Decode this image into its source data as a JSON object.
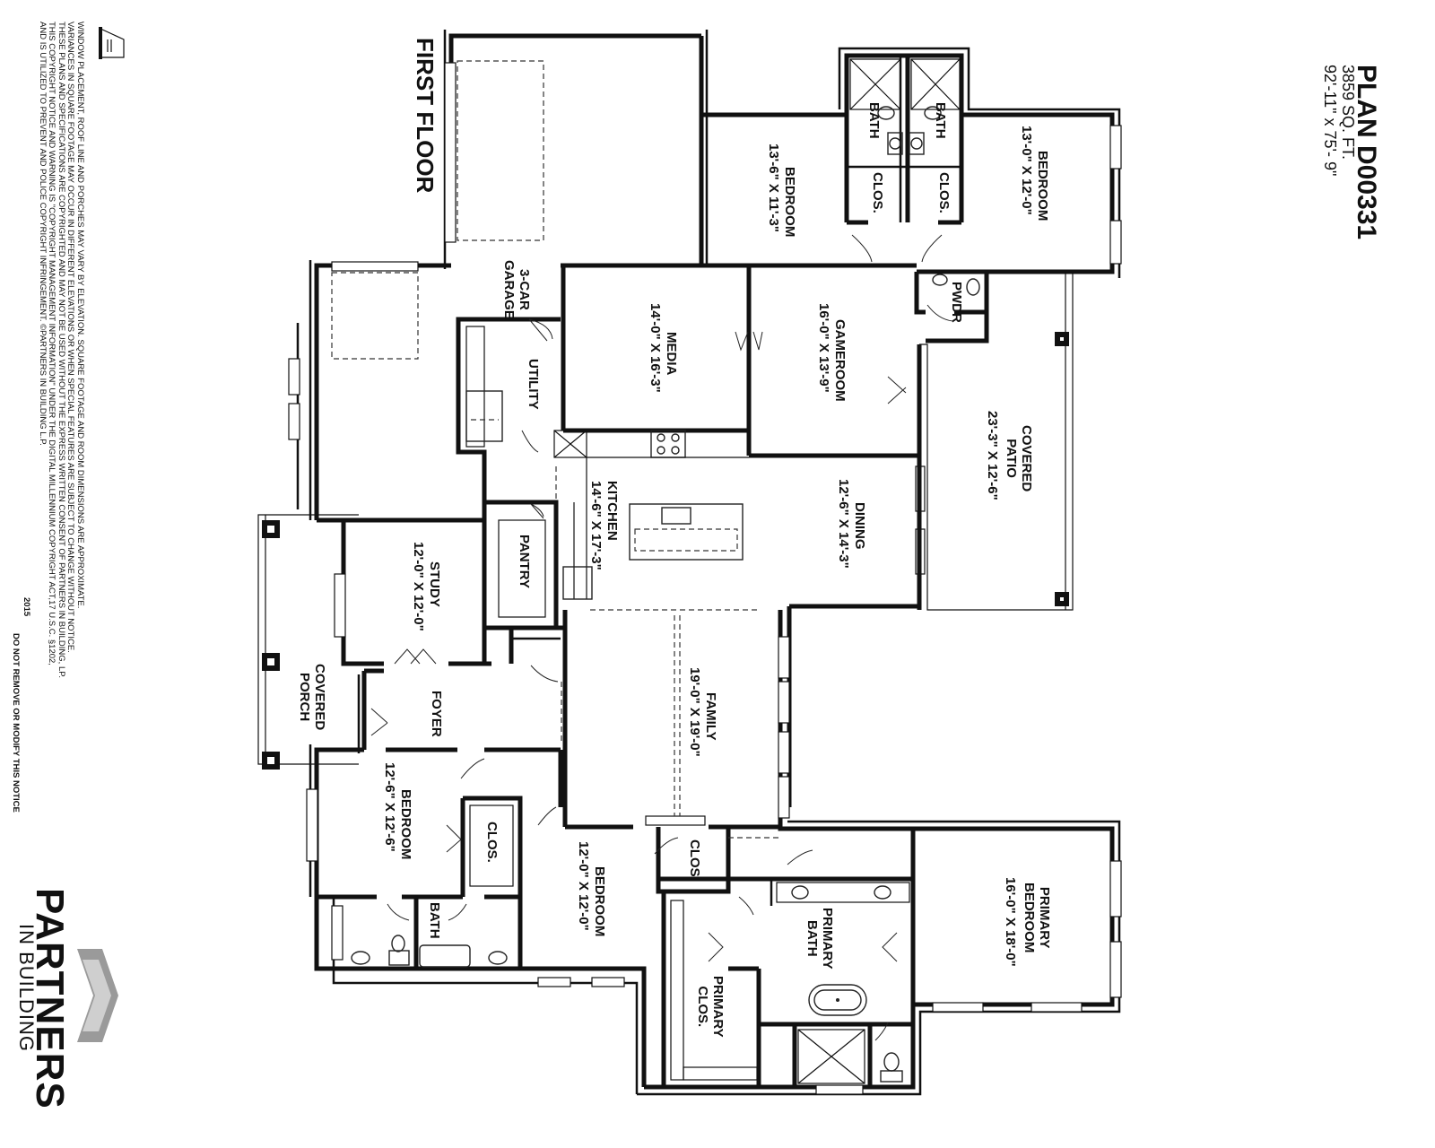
{
  "plan": {
    "title": "PLAN D00331",
    "sqft": "3859 SQ. FT.",
    "dimensions": "92'-11\" x 75'- 9\"",
    "floor": "FIRST FLOOR"
  },
  "rooms": {
    "garage": {
      "name": "3-CAR\nGARAGE"
    },
    "media": {
      "name": "MEDIA",
      "size": "14'-0\" X 16'-3\""
    },
    "gameroom": {
      "name": "GAMEROOM",
      "size": "16'-0\" X 13'-9\""
    },
    "bedroom_a": {
      "name": "BEDROOM",
      "size": "13'-6\" X 11'-3\""
    },
    "bedroom_b": {
      "name": "BEDROOM",
      "size": "13'-0\" X 12'-0\""
    },
    "bath_a": {
      "name": "BATH"
    },
    "bath_b": {
      "name": "BATH"
    },
    "clos_a": {
      "name": "CLOS."
    },
    "clos_b": {
      "name": "CLOS."
    },
    "pwdr": {
      "name": "PWDR"
    },
    "patio": {
      "name": "COVERED\nPATIO",
      "size": "23'-3\" X 12'-6\""
    },
    "utility": {
      "name": "UTILITY"
    },
    "kitchen": {
      "name": "KITCHEN",
      "size": "14'-6\" X 17'-3\""
    },
    "dining": {
      "name": "DINING",
      "size": "12'-6\" X 14'-3\""
    },
    "pantry": {
      "name": "PANTRY"
    },
    "study": {
      "name": "STUDY",
      "size": "12'-0\" X 12'-0\""
    },
    "foyer": {
      "name": "FOYER"
    },
    "porch": {
      "name": "COVERED\nPORCH"
    },
    "family": {
      "name": "FAMILY",
      "size": "19'-0\" X 19'-0\""
    },
    "bedroom_c": {
      "name": "BEDROOM",
      "size": "12'-6\" X 12'-6\""
    },
    "clos_c": {
      "name": "CLOS."
    },
    "bath_c": {
      "name": "BATH"
    },
    "bedroom_d": {
      "name": "BEDROOM",
      "size": "12'-0\" X 12'-0\""
    },
    "clos_d": {
      "name": "CLOS."
    },
    "primary_clos": {
      "name": "PRIMARY\nCLOS."
    },
    "primary_bath": {
      "name": "PRIMARY\nBATH"
    },
    "primary_bedroom": {
      "name": "PRIMARY\nBEDROOM",
      "size": "16'-0\" X 18'-0\""
    }
  },
  "notice": {
    "lines": [
      "WINDOW PLACEMENT, ROOF LINE AND PORCHES MAY VARY BY ELEVATION.  SQUARE FOOTAGE AND ROOM DIMENSIONS ARE APPROXIMATE.",
      "VARIANCES IN SQUARE FOOTAGE MAY OCCUR IN DIFFERENT ELEVATIONS OR WHEN SPECIAL FEATURES ARE SUBJECT TO CHANGE WITHOUT NOTICE.",
      "THESE PLANS AND SPECIFICATIONS ARE COPYRIGHTED AND MAY NOT BE USED WITHOUT THE EXPRESS WRITTEN CONSENT OF PARTNERS IN BUILDING, LP.",
      "THIS COPYRIGHT NOTICE AND WARNING IS \"COPYRIGHT MANAGEMENT INFORMATION\" UNDER THE DIGITAL MILLENNIUM COPYRIGHT ACT,17 U.S.C.     §1202,",
      "AND IS UTILIZED TO PREVENT AND POLICE COPYRIGHT INFRINGEMENT.  ©PARTNERS IN BUILDING L.P."
    ],
    "year": "2015",
    "do_not_remove": "DO NOT REMOVE OR MODIFY THIS NOTICE"
  },
  "logo": {
    "name": "PARTNERS",
    "sub": "IN BUILDING"
  }
}
